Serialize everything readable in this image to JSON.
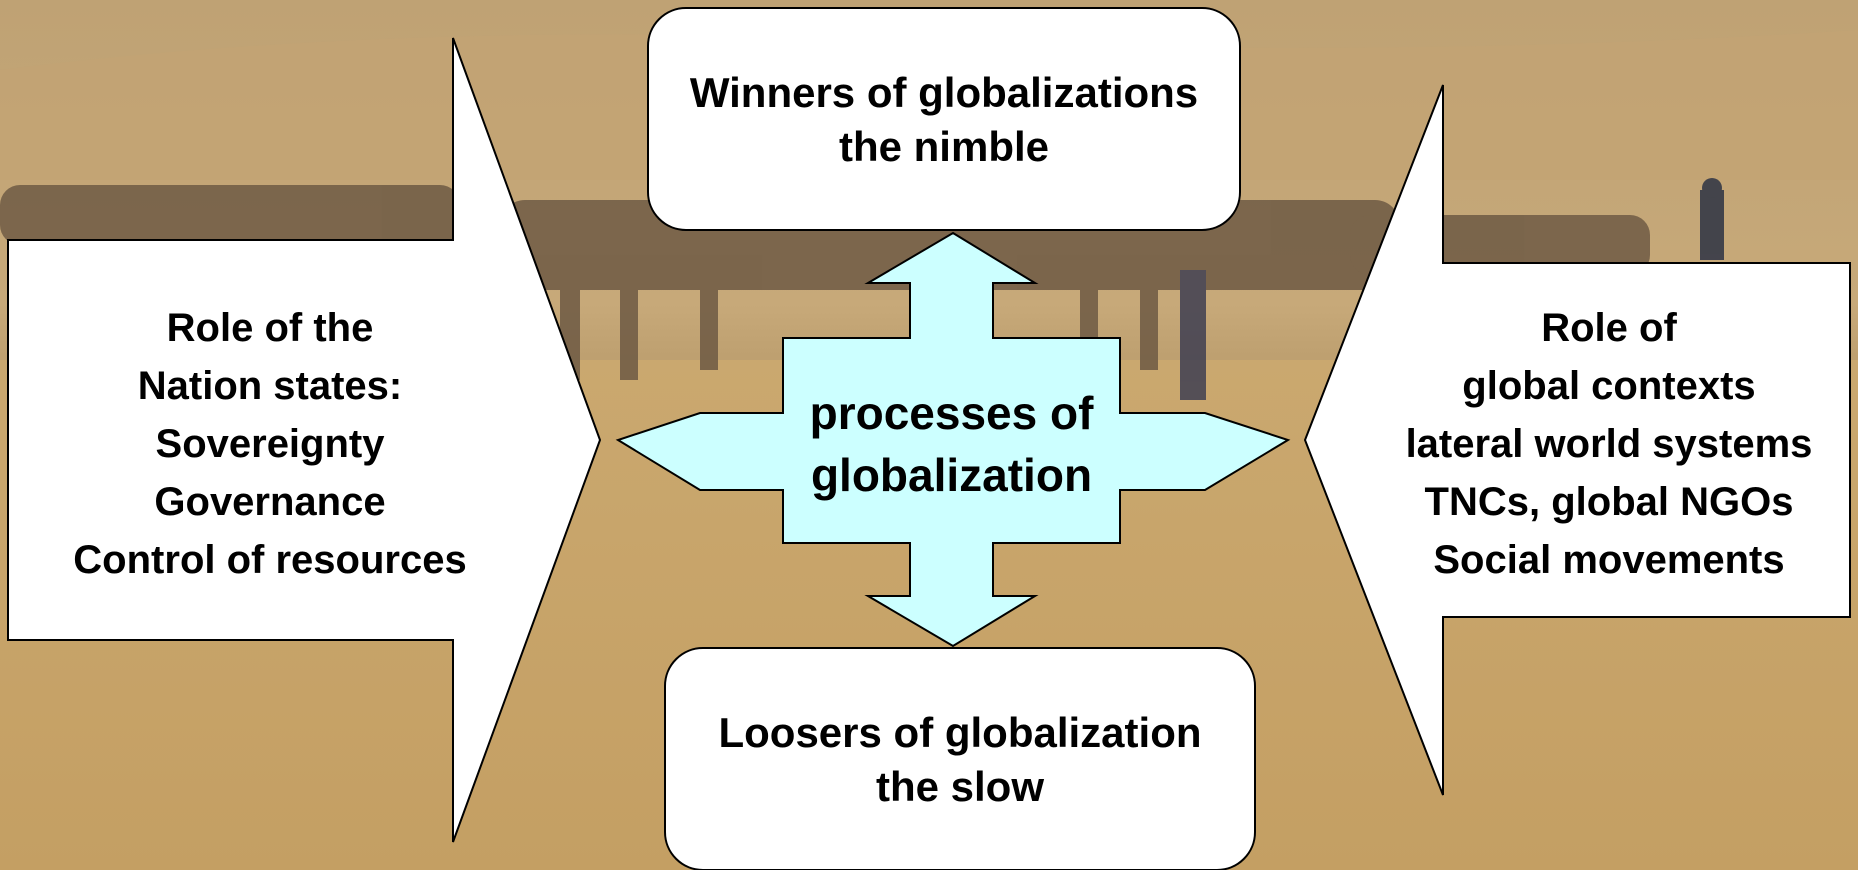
{
  "diagram": {
    "top_box": {
      "line1": "Winners of globalizations",
      "line2": "the nimble"
    },
    "bottom_box": {
      "line1": "Loosers of globalization",
      "line2": "the slow"
    },
    "center": {
      "line1": "processes of",
      "line2": "globalization"
    },
    "left_arrow": {
      "lines": [
        "Role of the",
        "Nation states:",
        "Sovereignty",
        "Governance",
        "Control of resources"
      ]
    },
    "right_arrow": {
      "lines": [
        "Role of",
        "global contexts",
        "lateral world systems",
        "TNCs, global NGOs",
        "Social movements"
      ]
    }
  },
  "colors": {
    "center_fill": "#ccffff",
    "shape_fill": "#ffffff",
    "outline": "#000000",
    "desert_sky": "#c8ab76",
    "desert_sand": "#c9a66b"
  }
}
